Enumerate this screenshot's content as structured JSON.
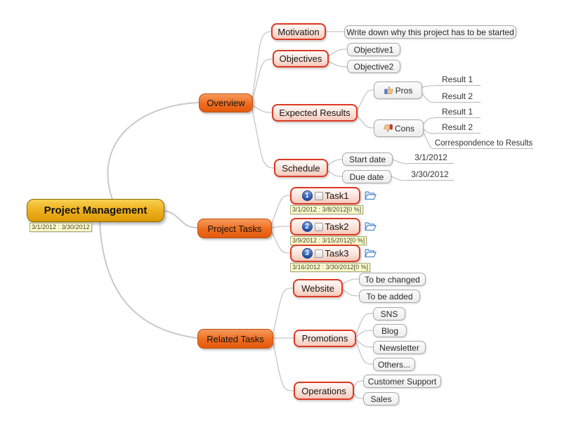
{
  "root": {
    "label": "Project Management",
    "date_range": "3/1/2012 : 3/30/2012"
  },
  "overview": {
    "label": "Overview",
    "motivation": {
      "label": "Motivation",
      "note": "Write down why this project has to be started"
    },
    "objectives": {
      "label": "Objectives",
      "items": [
        "Objective1",
        "Objective2"
      ]
    },
    "expected_results": {
      "label": "Expected Results",
      "pros": {
        "label": "Pros",
        "results": [
          "Result 1",
          "Result 2"
        ]
      },
      "cons": {
        "label": "Cons",
        "results": [
          "Result 1",
          "Result 2",
          "Correspondence to Results"
        ]
      }
    },
    "schedule": {
      "label": "Schedule",
      "start": {
        "label": "Start date",
        "value": "3/1/2012"
      },
      "due": {
        "label": "Due date",
        "value": "3/30/2012"
      }
    }
  },
  "project_tasks": {
    "label": "Project Tasks",
    "tasks": [
      {
        "number": "1",
        "label": "Task1",
        "dates": "3/1/2012 : 3/8/2012[0 %]"
      },
      {
        "number": "2",
        "label": "Task2",
        "dates": "3/9/2012 : 3/15/2012[0 %]"
      },
      {
        "number": "3",
        "label": "Task3",
        "dates": "3/16/2012 : 3/30/2012[0 %]"
      }
    ]
  },
  "related_tasks": {
    "label": "Related Tasks",
    "website": {
      "label": "Website",
      "items": [
        "To be changed",
        "To be added"
      ]
    },
    "promotions": {
      "label": "Promotions",
      "items": [
        "SNS",
        "Blog",
        "Newsletter",
        "Others..."
      ]
    },
    "operations": {
      "label": "Operations",
      "items": [
        "Customer Support",
        "Sales"
      ]
    }
  },
  "colors": {
    "root_fill": "#EFB321",
    "main_topic_fill": "#EE6C1F",
    "subtopic_border": "#DD3822",
    "leaf_fill": "#F0F0F0",
    "label_bg": "#FFFFCF",
    "connector": "#C9C9C9"
  }
}
